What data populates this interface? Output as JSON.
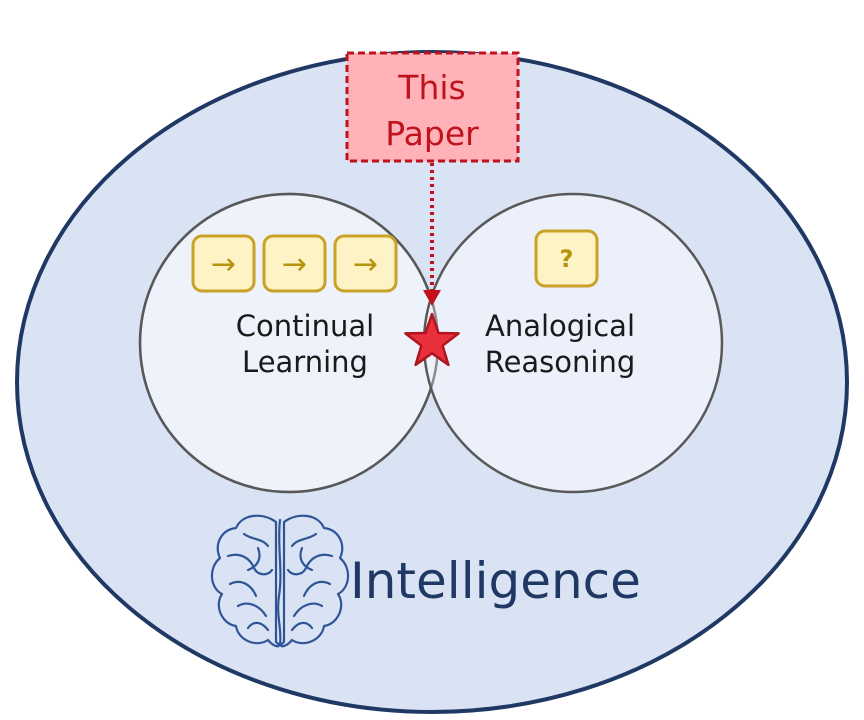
{
  "callout": {
    "line1": "This",
    "line2": "Paper"
  },
  "circles": {
    "left": {
      "line1": "Continual",
      "line2": "Learning",
      "tiles": [
        "→",
        "→",
        "→"
      ]
    },
    "right": {
      "line1": "Analogical",
      "line2": "Reasoning",
      "tile": "?"
    }
  },
  "outer": {
    "label": "Intelligence",
    "icon": "brain-icon"
  },
  "marker": {
    "icon": "star-icon"
  },
  "colors": {
    "outer_fill": "#dae3f3",
    "outer_stroke": "#1f3864",
    "inner_fill": "#eef2fa",
    "inner_stroke": "#595959",
    "callout_fill": "#ffb3b8",
    "callout_stroke": "#c0121c",
    "tile_fill": "#fdf3c4",
    "tile_stroke": "#c9a227",
    "star_fill": "#e8313d"
  }
}
